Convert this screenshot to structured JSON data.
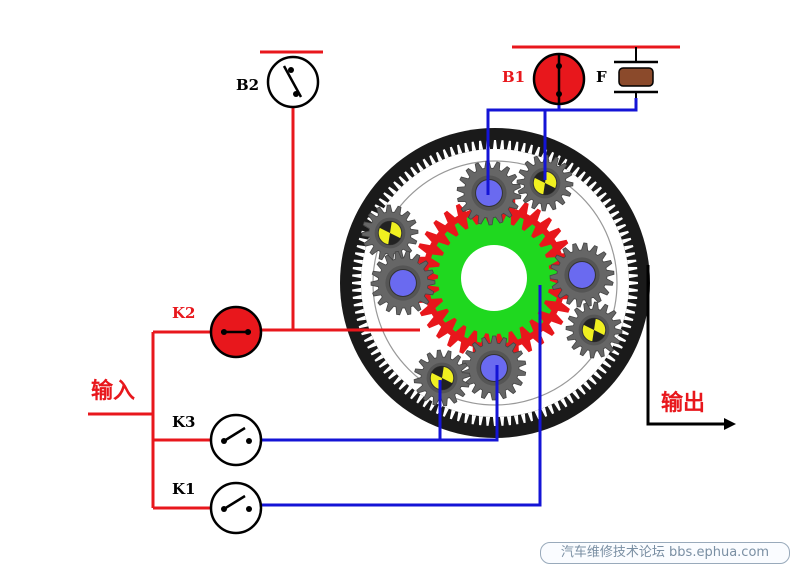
{
  "labels": {
    "b2": "B2",
    "b1": "B1",
    "f": "F",
    "k2": "K2",
    "k3": "K3",
    "k1": "K1",
    "input": "输入",
    "output": "输出"
  },
  "watermark": "汽车维修技术论坛 bbs.ephua.com",
  "colors": {
    "red_line": "#e8171c",
    "blue_line": "#1414d6",
    "black_line": "#000000",
    "ring_gear": "#1a1a1a",
    "sun_gear_outer": "#e8171c",
    "sun_gear_inner": "#1fd81f",
    "planet_gear": "#666666",
    "planet_hub_blue": "#6a6af0",
    "planet_hub_yellow": "#f0f020",
    "clutch_red": "#e8171c",
    "one_way_clutch": "#8b4a2b"
  }
}
